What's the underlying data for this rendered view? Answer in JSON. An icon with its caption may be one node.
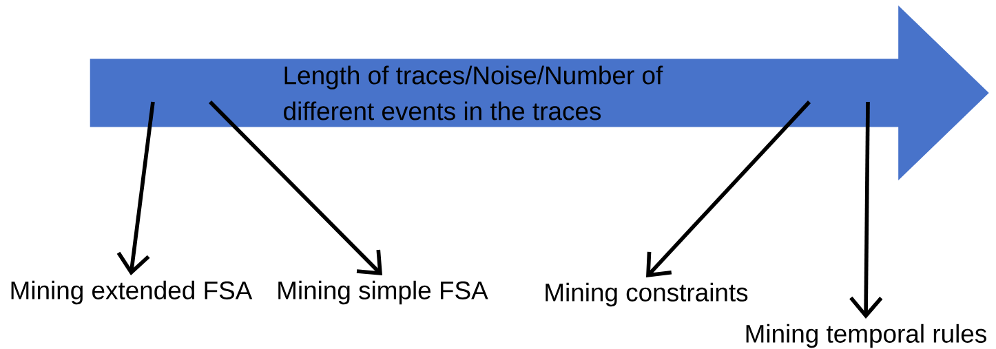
{
  "diagram": {
    "nodes": [
      {
        "text": [
          "Length of traces/Noise/Number of different events in the traces"
        ]
      },
      {
        "text": [
          "Mining extended FSA"
        ]
      },
      {
        "text": [
          "Mining simple FSA"
        ]
      },
      {
        "text": [
          "Mining constraints"
        ]
      },
      {
        "text": [
          "Mining temporal rules"
        ]
      }
    ],
    "edges": [
      {
        "from": 0,
        "to": 1,
        "arrow": "to"
      },
      {
        "from": 0,
        "to": 2,
        "arrow": "to"
      },
      {
        "from": 0,
        "to": 3,
        "arrow": "to"
      },
      {
        "from": 0,
        "to": 4,
        "arrow": "to"
      }
    ]
  }
}
